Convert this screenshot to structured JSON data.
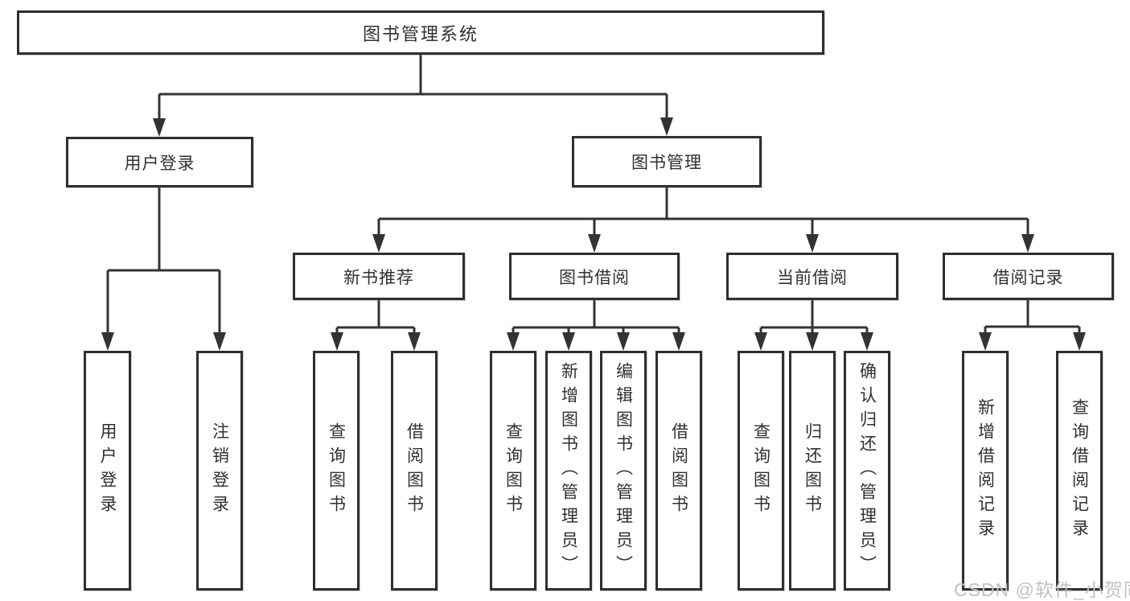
{
  "diagram": {
    "root": "图书管理系统",
    "level2": {
      "user_login": "用户登录",
      "book_mgmt": "图书管理"
    },
    "level3": {
      "new_books": "新书推荐",
      "book_borrow": "图书借阅",
      "current_borrow": "当前借阅",
      "borrow_records": "借阅记录"
    },
    "leaves": {
      "user": [
        "用户登录",
        "注销登录"
      ],
      "new_books": [
        "查询图书",
        "借阅图书"
      ],
      "book_borrow": [
        "查询图书",
        "新增图书（管理员）",
        "编辑图书（管理员）",
        "借阅图书"
      ],
      "current_borrow": [
        "查询图书",
        "归还图书",
        "确认归还（管理员）"
      ],
      "borrow_records": [
        "新增借阅记录",
        "查询借阅记录"
      ]
    },
    "line_color": "#333333",
    "box_border_color": "#2f2f2f",
    "text_color": "#303030"
  },
  "watermark": {
    "text": "CSDN @软件_小贺同学",
    "color": "#bfc2c4"
  }
}
